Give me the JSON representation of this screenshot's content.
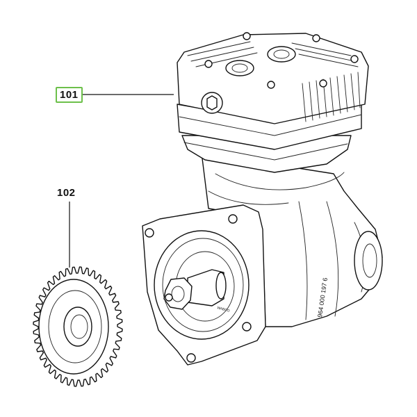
{
  "callouts": [
    {
      "id": "101",
      "label": "101",
      "highlight_color": "#6cc04a"
    },
    {
      "id": "102",
      "label": "102"
    }
  ],
  "housing_marking": "964 000 197 6",
  "gear_marking": "WABCO",
  "colors": {
    "line": "#111111",
    "background": "#ffffff",
    "highlight": "#6cc04a"
  }
}
